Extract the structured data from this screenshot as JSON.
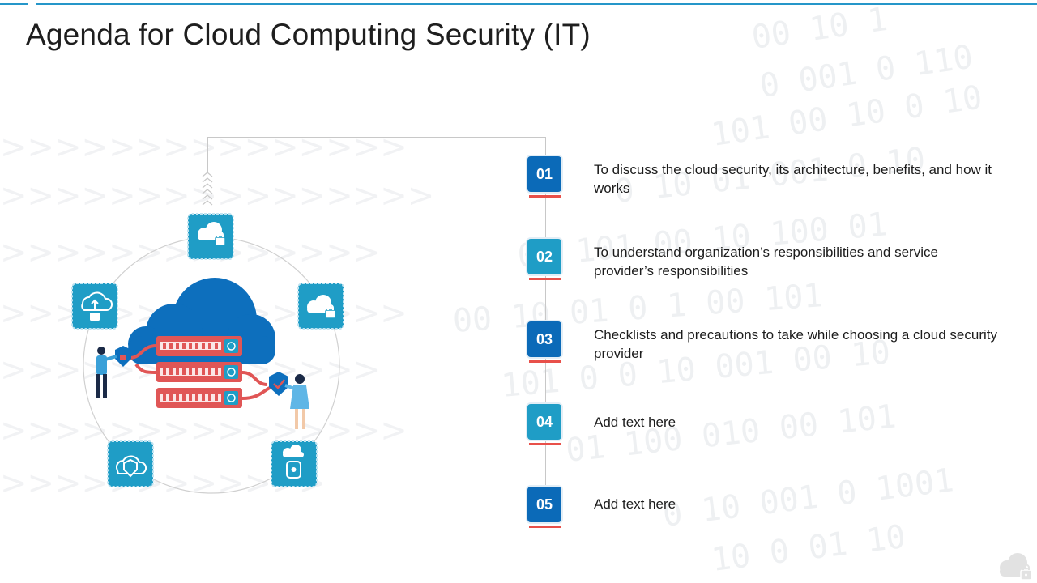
{
  "title": "Agenda for Cloud Computing Security (IT)",
  "agenda": [
    {
      "number": "01",
      "text": "To discuss the cloud security, its architecture, benefits, and how it works"
    },
    {
      "number": "02",
      "text": "To understand organization’s responsibilities and service provider’s responsibilities"
    },
    {
      "number": "03",
      "text": "Checklists and precautions to take while choosing a cloud security provider"
    },
    {
      "number": "04",
      "text": "Add text here"
    },
    {
      "number": "05",
      "text": "Add text here"
    }
  ],
  "colors": {
    "accent_blue": "#2596c9",
    "badge_dark": "#0b6ab8",
    "badge_light": "#1f9dc6",
    "underline_red": "#e8504a",
    "server_red": "#e05656",
    "cloud_blue": "#0d6fbd"
  },
  "icons": [
    "cloud-lock-icon",
    "cloud-lock-icon",
    "cloud-upload-lock-icon",
    "cloud-shield-icon",
    "cloud-padlock-icon"
  ]
}
